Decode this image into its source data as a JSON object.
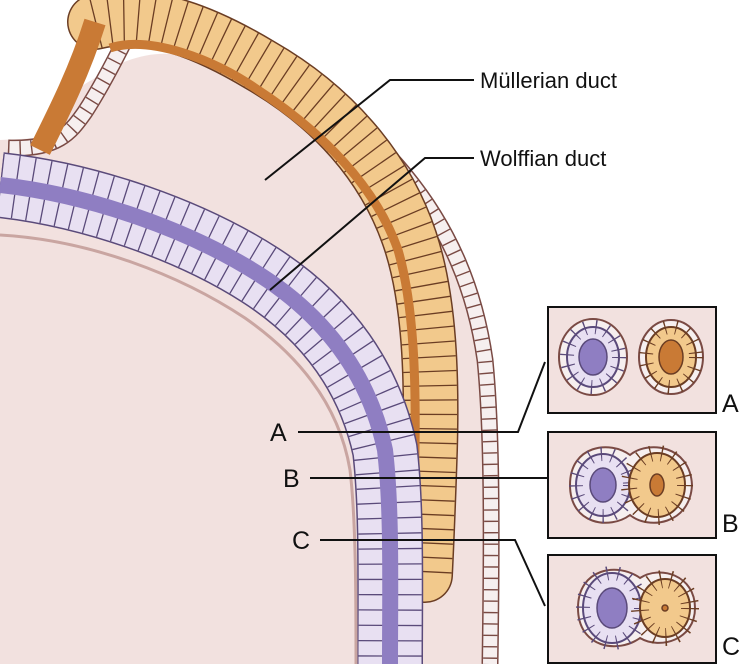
{
  "labels": {
    "mullerian_duct": "Müllerian duct",
    "wolffian_duct": "Wolffian duct"
  },
  "sections": {
    "a": "A",
    "b": "B",
    "c": "C"
  },
  "colors": {
    "tissue": "#f2e1df",
    "tissue_outline": "#7a4a44",
    "mullerian_cell": "#f2c98c",
    "mullerian_lumen": "#c97a35",
    "wolffian_cell": "#e8e0f2",
    "wolffian_lumen": "#8f7ec2",
    "membrane": "#c9a5a1"
  }
}
